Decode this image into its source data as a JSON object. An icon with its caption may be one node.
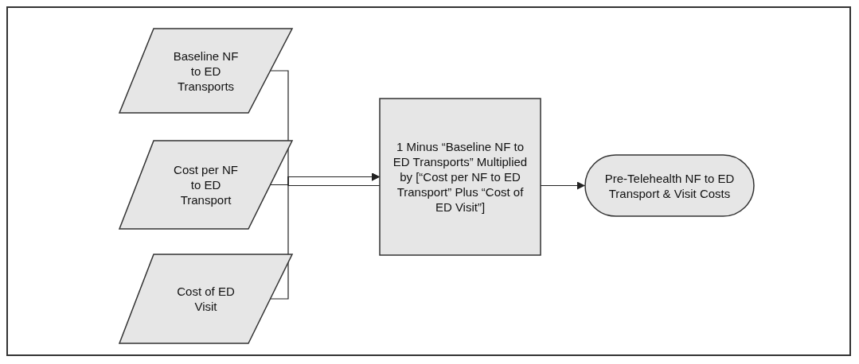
{
  "diagram": {
    "nodes": [
      {
        "text": [
          "Baseline NF to ED Transports"
        ]
      },
      {
        "text": [
          "Cost per NF to ED Transport"
        ]
      },
      {
        "text": [
          "Cost of ED Visit"
        ]
      },
      {
        "text": [
          "1 Minus “Baseline NF to ED Transports” Multiplied by [“Cost per NF to ED Transport” Plus “Cost of ED Visit”]"
        ]
      },
      {
        "text": [
          "Pre-Telehealth NF to ED Transport & Visit Costs"
        ]
      }
    ],
    "edges": [
      {
        "from": 0,
        "to": 3,
        "arrow": "to"
      },
      {
        "from": 1,
        "to": 3,
        "arrow": "to"
      },
      {
        "from": 2,
        "to": 3,
        "arrow": "to"
      },
      {
        "from": 3,
        "to": 4,
        "arrow": "to"
      }
    ]
  }
}
